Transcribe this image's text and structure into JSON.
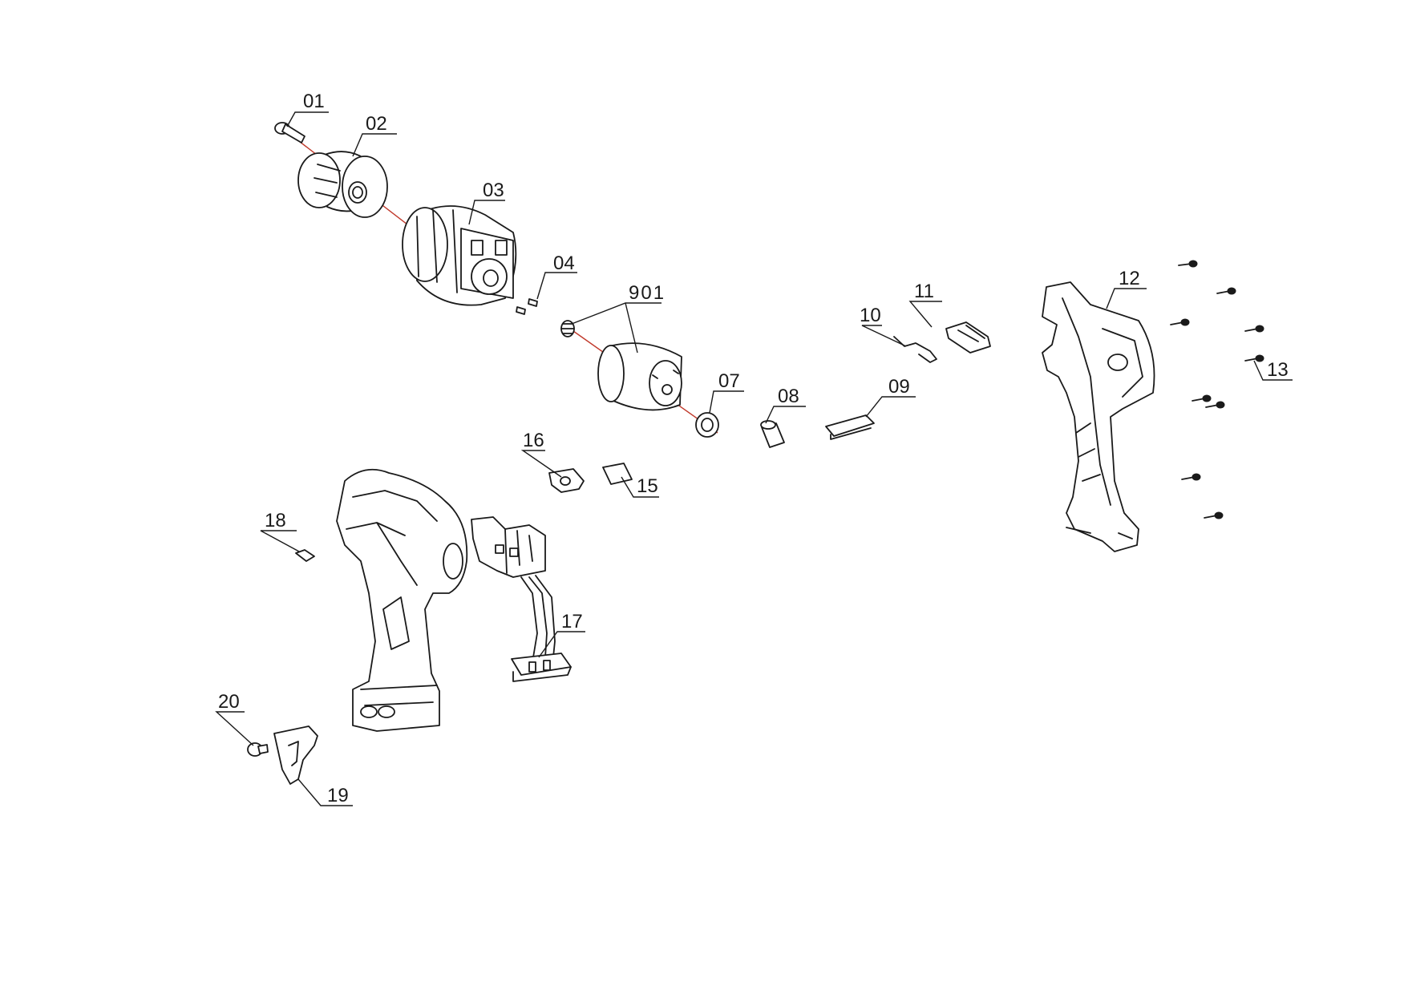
{
  "diagram": {
    "type": "exploded-parts-view",
    "axis_color": "#c0392b",
    "line_color": "#1a1a1a",
    "callouts": {
      "c01": "01",
      "c02": "02",
      "c03": "03",
      "c04": "04",
      "c901": "901",
      "c07": "07",
      "c08": "08",
      "c09": "09",
      "c10": "10",
      "c11": "11",
      "c12": "12",
      "c13": "13",
      "c15": "15",
      "c16": "16",
      "c17": "17",
      "c18": "18",
      "c19": "19",
      "c20": "20"
    }
  }
}
